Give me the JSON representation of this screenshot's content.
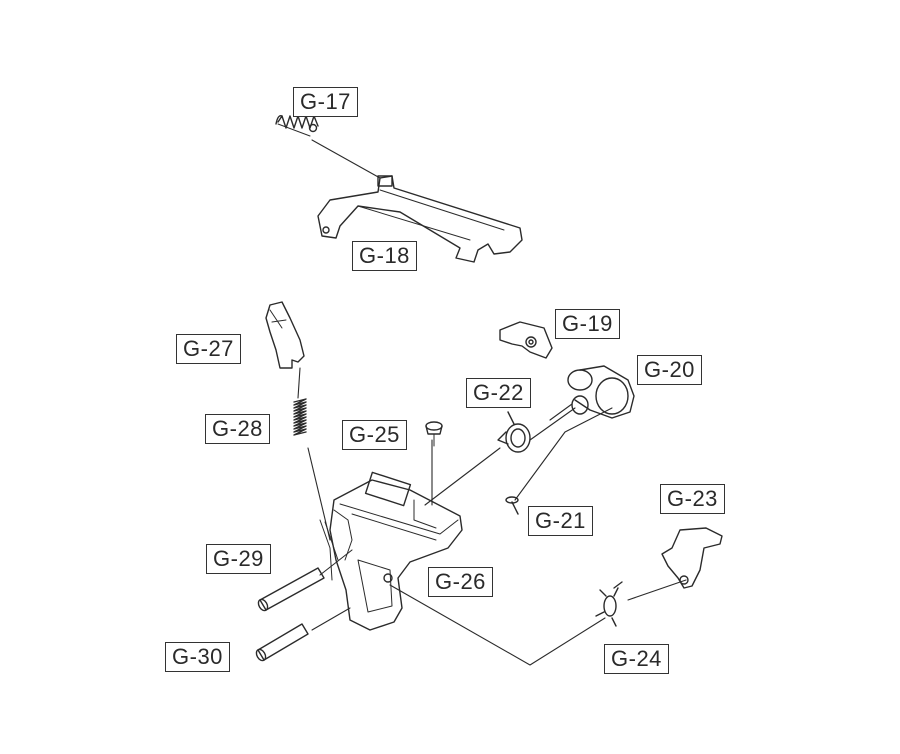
{
  "parts": [
    {
      "id": "g17",
      "label": "G-17"
    },
    {
      "id": "g18",
      "label": "G-18"
    },
    {
      "id": "g19",
      "label": "G-19"
    },
    {
      "id": "g20",
      "label": "G-20"
    },
    {
      "id": "g21",
      "label": "G-21"
    },
    {
      "id": "g22",
      "label": "G-22"
    },
    {
      "id": "g23",
      "label": "G-23"
    },
    {
      "id": "g24",
      "label": "G-24"
    },
    {
      "id": "g25",
      "label": "G-25"
    },
    {
      "id": "g26",
      "label": "G-26"
    },
    {
      "id": "g27",
      "label": "G-27"
    },
    {
      "id": "g28",
      "label": "G-28"
    },
    {
      "id": "g29",
      "label": "G-29"
    },
    {
      "id": "g30",
      "label": "G-30"
    }
  ]
}
